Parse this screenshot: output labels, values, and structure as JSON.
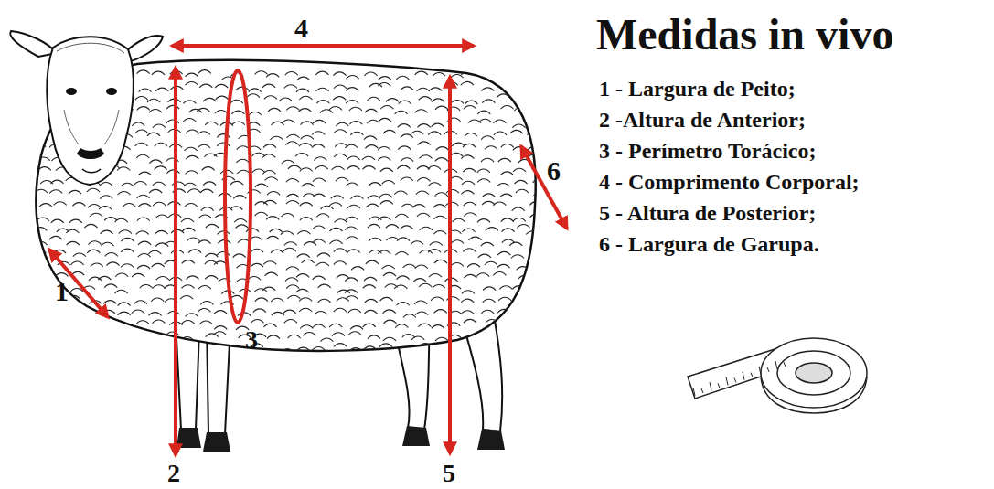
{
  "diagram": {
    "title": "Medidas in vivo",
    "labels": [
      "4",
      "1",
      "2",
      "3",
      "5",
      "6",
      "1 - Largura de Peito;",
      "2 -Altura de Anterior;",
      "3 - Perímetro Torácico;",
      "4 - Comprimento Corporal;",
      "5 - Altura de Posterior;",
      "6 - Largura de Garupa."
    ]
  }
}
